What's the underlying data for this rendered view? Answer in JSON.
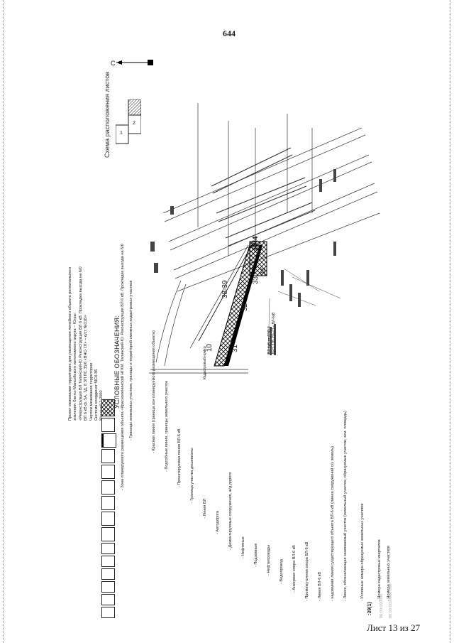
{
  "page_number": "644",
  "sheet_label": "Лист 13 из 27",
  "scheme_label": "Схема расположения листов",
  "north_letter": "С",
  "sheet_index": [
    "1",
    "2"
  ],
  "header_lines": [
    "Проект межевания территории для размещения линейного объекта регионального",
    "значения Ханты-Мансийского автономного округа – Югры:",
    "«Реконструкция ВЛ Талинский-Ю Реконструкция ВЛ 6 кВ. Прокладка выхода на 6/0",
    "ВЛ 6 кВ ф. 5А, 7Д, 8 ЗП ПС 35/6 «ВНС-7Л» – куст №31Б»",
    "Чертеж межевания территории",
    "Система координат МСК-86",
    "Масштаб 1:2000"
  ],
  "legend_title": "УСЛОВНЫЕ ОБОЗНАЧЕНИЯ:",
  "legend": [
    {
      "text": "- Зона планируемого размещения объекта «Красноленинский НГКМ. Талинский-Ю. Реконструкция ВЛ 6 кВ. Прокладка выхода на 6/0"
    },
    {
      "text": "- Границы земельных участков, границы и территорий смежных кадастровых участков"
    },
    {
      "text": "- Красная линия (граница зон планируемого размещения объекта)"
    },
    {
      "text": "- Подсобные линии, границы земельного участка"
    },
    {
      "text": "- Проектируемая линия ВЛ-6 кВ"
    },
    {
      "text": "- Граница участка дешевизны"
    },
    {
      "text": "- Линия ВЛ"
    },
    {
      "text": "- Автодорога"
    },
    {
      "text": "- Демонтируемые сооружения, ж/д дороги"
    },
    {
      "text": "- Нефтяные"
    },
    {
      "text": "- Подземные"
    },
    {
      "text": "- Нефтепроводы"
    },
    {
      "text": "- Водопровод"
    },
    {
      "text": "- Анкерная опора ВЛ-6 кВ"
    },
    {
      "text": "- Промежуточная опора ВЛ-6 кВ"
    },
    {
      "text": "- Линия ВЛ-6 кВ"
    },
    {
      "text": "- надземная линия существующего объекта ВЛ-6 кВ (линии сооружений с/х земель)"
    },
    {
      "text": "- Линия, обозначающая занимаемый участок (земельный участок, образуемые участки, зем. площадь)"
    },
    {
      "text": "- Условные номера образуемых земельных участков"
    },
    {
      "text": "- Номера кадастровых кварталов"
    },
    {
      "text": "- Номера земельных участков"
    }
  ],
  "legend_sample_code": ":39(1)",
  "legend_sample_cadastral": "86:00:000000",
  "legend_sample_parcel": "86:00:0000000:000",
  "plan_labels": {
    "pole_31": "31",
    "pole_32": "32",
    "pole_33": "33",
    "pole_34": "34",
    "pole_range": "38-39",
    "pole_10": "10",
    "zone_tag": "ВЛ4",
    "bottom_caption": "Кадастровый номер",
    "note_block": "ВЛ 6кВ от ЛЭП 3\nКуст 31Б 2%-73 – ВЛ-6кВ"
  }
}
